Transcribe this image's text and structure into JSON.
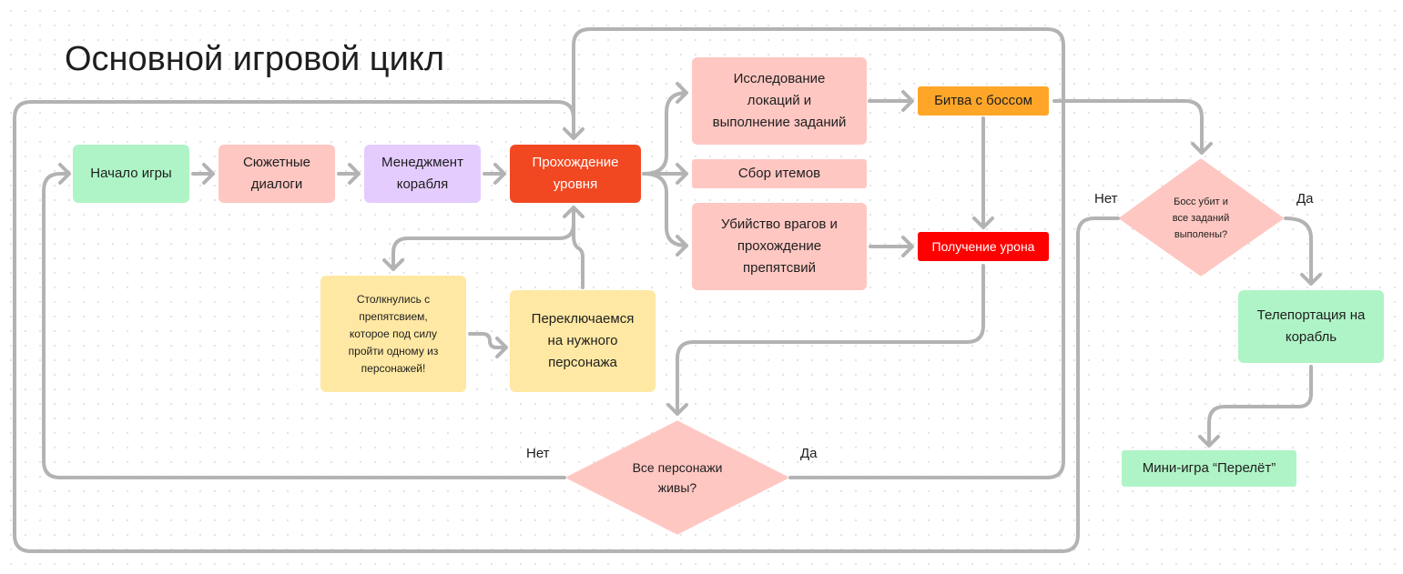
{
  "title": "Основной игровой цикл",
  "colors": {
    "connector": "#b3b3b3",
    "green": "#aff4c6",
    "pink": "#ffc7c2",
    "purple": "#e4ccff",
    "orange_red": "#f24822",
    "amber": "#ffa629",
    "red": "#ff0000",
    "yellow": "#ffe8a3"
  },
  "nodes": {
    "start": "Начало игры",
    "dialogs": "Сюжетные\nдиалоги",
    "ship_management": "Менеджмент\nкорабля",
    "level": "Прохождение\nуровня",
    "explore": "Исследование\nлокаций и\nвыполнение заданий",
    "collect": "Сбор итемов",
    "kill": "Убийство врагов и\nпрохождение\nпрепятсвий",
    "boss": "Битва с боссом",
    "damage": "Получение урона",
    "obstacle": "Столкнулись с\nпрепятсвием,\nкоторое под силу\nпройти одному из\nперсонажей!",
    "switch": "Переключаемся\nна нужного\nперсонажа",
    "teleport": "Телепортация на\nкорабль",
    "minigame": "Мини-игра “Перелёт”"
  },
  "decisions": {
    "alive": {
      "question": "Все персонажи\nживы?",
      "no": "Нет",
      "yes": "Да"
    },
    "boss_done": {
      "question": "Босс убит и\nвсе заданий\nвыполены?",
      "no": "Нет",
      "yes": "Да"
    }
  }
}
